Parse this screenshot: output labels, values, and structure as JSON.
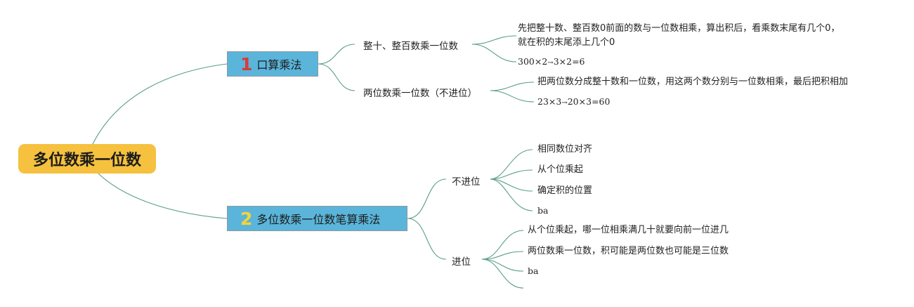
{
  "root": {
    "label": "多位数乘一位数"
  },
  "branches": [
    {
      "number": "1",
      "number_color": "#d93a3a",
      "label": "口算乘法",
      "children": [
        {
          "label": "整十、整百数乘一位数",
          "leaves": [
            "先把整十数、整百数0前面的数与一位数相乘，算出积后，看乘数末尾有几个0，",
            "就在积的末尾添上几个0"
          ],
          "example": {
            "left": "300×2",
            "arrow": "→",
            "right": "3×2=6"
          }
        },
        {
          "label": "两位数乘一位数（不进位）",
          "leaves": [
            "把两位数分成整十数和一位数，用这两个数分别与一位数相乘，最后把积相加"
          ],
          "example": {
            "left": "23×3",
            "arrow": "→",
            "right": "20×3=60"
          }
        }
      ]
    },
    {
      "number": "2",
      "number_color": "#f5d23a",
      "label": "多位数乘一位数笔算乘法",
      "children": [
        {
          "label": "不进位",
          "leaves": [
            "相同数位对齐",
            "从个位乘起",
            "确定积的位置",
            "ba"
          ]
        },
        {
          "label": "进位",
          "leaves": [
            "从个位乘起，哪一位相乘满几十就要向前一位进几",
            "两位数乘一位数，积可能是两位数也可能是三位数",
            "ba"
          ]
        }
      ]
    }
  ],
  "colors": {
    "root_fill": "#f5c13e",
    "branch_fill": "#5bb5da",
    "edge": "#5a9e86"
  }
}
